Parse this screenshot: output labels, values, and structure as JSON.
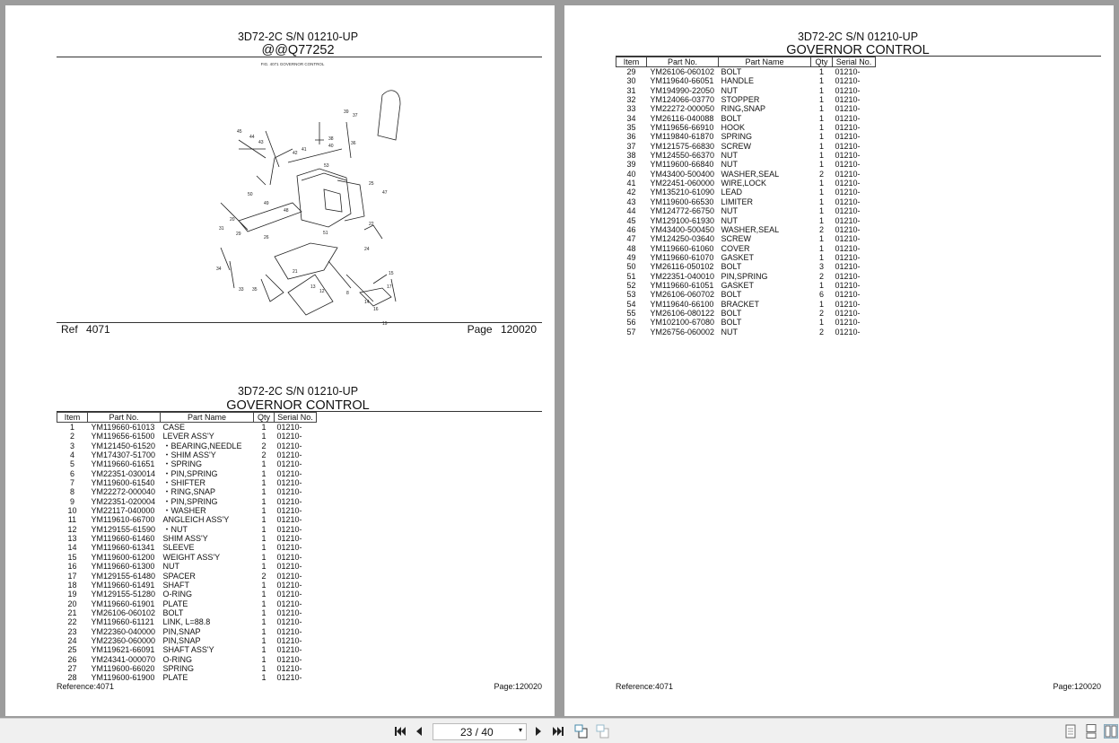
{
  "left_page": {
    "diagram_header": {
      "model": "3D72-2C S/N 01210-UP",
      "code": "@@Q77252",
      "fig_caption": "FIG. 4071 GOVERNOR CONTROL"
    },
    "ref_label": "Ref",
    "ref_value": "4071",
    "page_label": "Page",
    "page_value": "120020",
    "list_header": {
      "model": "3D72-2C S/N 01210-UP",
      "title": "GOVERNOR CONTROL"
    },
    "columns": [
      "Item",
      "Part No.",
      "Part Name",
      "Qty",
      "Serial No."
    ],
    "rows": [
      [
        "1",
        "YM119660-61013",
        "CASE",
        "1",
        "01210-"
      ],
      [
        "2",
        "YM119656-61500",
        "LEVER ASS'Y",
        "1",
        "01210-"
      ],
      [
        "3",
        "YM121450-61520",
        "・BEARING,NEEDLE",
        "2",
        "01210-"
      ],
      [
        "4",
        "YM174307-51700",
        "・SHIM ASS'Y",
        "2",
        "01210-"
      ],
      [
        "5",
        "YM119660-61651",
        "・SPRING",
        "1",
        "01210-"
      ],
      [
        "6",
        "YM22351-030014",
        "・PIN,SPRING",
        "1",
        "01210-"
      ],
      [
        "7",
        "YM119600-61540",
        "・SHIFTER",
        "1",
        "01210-"
      ],
      [
        "8",
        "YM22272-000040",
        "・RING,SNAP",
        "1",
        "01210-"
      ],
      [
        "9",
        "YM22351-020004",
        "・PIN,SPRING",
        "1",
        "01210-"
      ],
      [
        "10",
        "YM22117-040000",
        "・WASHER",
        "1",
        "01210-"
      ],
      [
        "11",
        "YM119610-66700",
        "ANGLEICH ASS'Y",
        "1",
        "01210-"
      ],
      [
        "12",
        "YM129155-61590",
        "・NUT",
        "1",
        "01210-"
      ],
      [
        "13",
        "YM119660-61460",
        "SHIM ASS'Y",
        "1",
        "01210-"
      ],
      [
        "14",
        "YM119660-61341",
        "SLEEVE",
        "1",
        "01210-"
      ],
      [
        "15",
        "YM119600-61200",
        "WEIGHT ASS'Y",
        "1",
        "01210-"
      ],
      [
        "16",
        "YM119660-61300",
        "NUT",
        "1",
        "01210-"
      ],
      [
        "17",
        "YM129155-61480",
        "SPACER",
        "2",
        "01210-"
      ],
      [
        "18",
        "YM119660-61491",
        "SHAFT",
        "1",
        "01210-"
      ],
      [
        "19",
        "YM129155-51280",
        "O-RING",
        "1",
        "01210-"
      ],
      [
        "20",
        "YM119660-61901",
        "PLATE",
        "1",
        "01210-"
      ],
      [
        "21",
        "YM26106-060102",
        "BOLT",
        "1",
        "01210-"
      ],
      [
        "22",
        "YM119660-61121",
        "LINK, L=88.8",
        "1",
        "01210-"
      ],
      [
        "23",
        "YM22360-040000",
        "PIN,SNAP",
        "1",
        "01210-"
      ],
      [
        "24",
        "YM22360-060000",
        "PIN,SNAP",
        "1",
        "01210-"
      ],
      [
        "25",
        "YM119621-66091",
        "SHAFT ASS'Y",
        "1",
        "01210-"
      ],
      [
        "26",
        "YM24341-000070",
        "O-RING",
        "1",
        "01210-"
      ],
      [
        "27",
        "YM119600-66020",
        "SPRING",
        "1",
        "01210-"
      ],
      [
        "28",
        "YM119600-61900",
        "PLATE",
        "1",
        "01210-"
      ]
    ],
    "footer": {
      "reference": "Reference:4071",
      "page": "Page:120020"
    }
  },
  "right_page": {
    "list_header": {
      "model": "3D72-2C S/N 01210-UP",
      "title": "GOVERNOR CONTROL"
    },
    "columns": [
      "Item",
      "Part No.",
      "Part Name",
      "Qty",
      "Serial No."
    ],
    "rows": [
      [
        "29",
        "YM26106-060102",
        "BOLT",
        "1",
        "01210-"
      ],
      [
        "30",
        "YM119640-66051",
        "HANDLE",
        "1",
        "01210-"
      ],
      [
        "31",
        "YM194990-22050",
        "NUT",
        "1",
        "01210-"
      ],
      [
        "32",
        "YM124066-03770",
        "STOPPER",
        "1",
        "01210-"
      ],
      [
        "33",
        "YM22272-000050",
        "RING,SNAP",
        "1",
        "01210-"
      ],
      [
        "34",
        "YM26116-040088",
        "BOLT",
        "1",
        "01210-"
      ],
      [
        "35",
        "YM119656-66910",
        "HOOK",
        "1",
        "01210-"
      ],
      [
        "36",
        "YM119840-61870",
        "SPRING",
        "1",
        "01210-"
      ],
      [
        "37",
        "YM121575-66830",
        "SCREW",
        "1",
        "01210-"
      ],
      [
        "38",
        "YM124550-66370",
        "NUT",
        "1",
        "01210-"
      ],
      [
        "39",
        "YM119600-66840",
        "NUT",
        "1",
        "01210-"
      ],
      [
        "40",
        "YM43400-500400",
        "WASHER,SEAL",
        "2",
        "01210-"
      ],
      [
        "41",
        "YM22451-060000",
        "WIRE,LOCK",
        "1",
        "01210-"
      ],
      [
        "42",
        "YM135210-61090",
        "LEAD",
        "1",
        "01210-"
      ],
      [
        "43",
        "YM119600-66530",
        "LIMITER",
        "1",
        "01210-"
      ],
      [
        "44",
        "YM124772-66750",
        "NUT",
        "1",
        "01210-"
      ],
      [
        "45",
        "YM129100-61930",
        "NUT",
        "1",
        "01210-"
      ],
      [
        "46",
        "YM43400-500450",
        "WASHER,SEAL",
        "2",
        "01210-"
      ],
      [
        "47",
        "YM124250-03640",
        "SCREW",
        "1",
        "01210-"
      ],
      [
        "48",
        "YM119660-61060",
        "COVER",
        "1",
        "01210-"
      ],
      [
        "49",
        "YM119660-61070",
        "GASKET",
        "1",
        "01210-"
      ],
      [
        "50",
        "YM26116-050102",
        "BOLT",
        "3",
        "01210-"
      ],
      [
        "51",
        "YM22351-040010",
        "PIN,SPRING",
        "2",
        "01210-"
      ],
      [
        "52",
        "YM119660-61051",
        "GASKET",
        "1",
        "01210-"
      ],
      [
        "53",
        "YM26106-060702",
        "BOLT",
        "6",
        "01210-"
      ],
      [
        "54",
        "YM119640-66100",
        "BRACKET",
        "1",
        "01210-"
      ],
      [
        "55",
        "YM26106-080122",
        "BOLT",
        "2",
        "01210-"
      ],
      [
        "56",
        "YM102100-67080",
        "BOLT",
        "1",
        "01210-"
      ],
      [
        "57",
        "YM26756-060002",
        "NUT",
        "2",
        "01210-"
      ]
    ],
    "footer": {
      "reference": "Reference:4071",
      "page": "Page:120020"
    }
  },
  "toolbar": {
    "page_indicator": "23 / 40",
    "icons": [
      "first-page-icon",
      "prev-page-icon",
      "next-page-icon",
      "last-page-icon",
      "rotate-view-icon",
      "copy-view-icon",
      "single-page-icon",
      "continuous-page-icon",
      "two-page-icon"
    ]
  }
}
